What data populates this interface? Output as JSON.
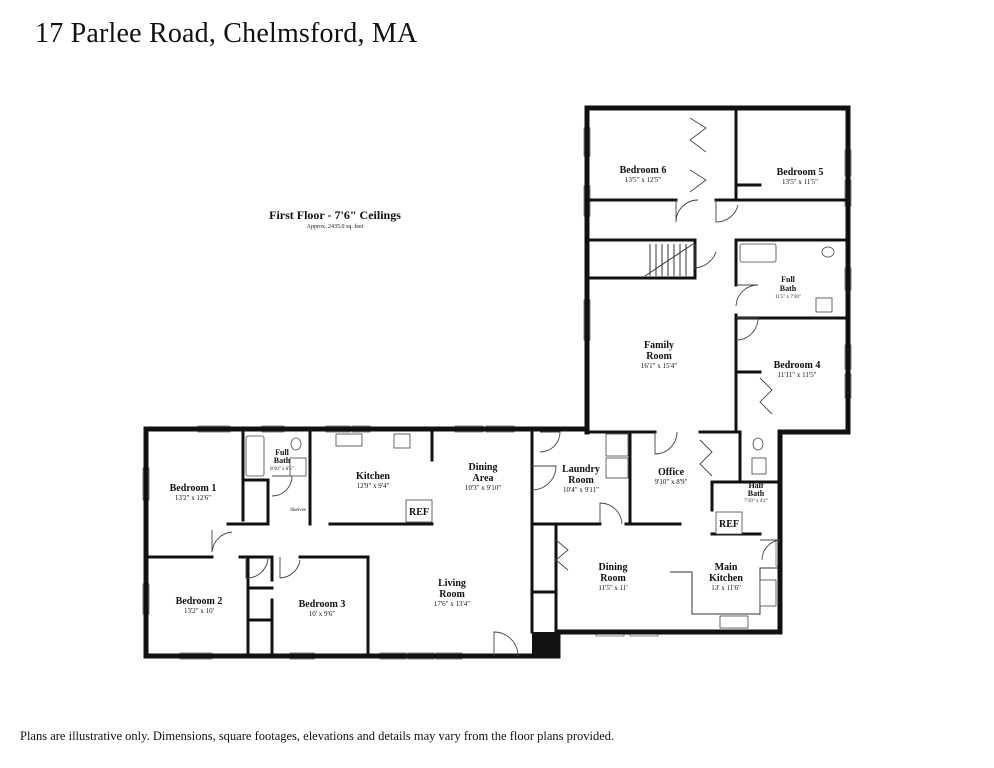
{
  "title": "17 Parlee Road, Chelmsford, MA",
  "floor": {
    "title": "First Floor - 7'6\" Ceilings",
    "area": "Approx. 2435.0 sq. feet"
  },
  "rooms": {
    "bedroom6": {
      "name": "Bedroom 6",
      "dim": "13'5\" x 12'5\""
    },
    "bedroom5": {
      "name": "Bedroom 5",
      "dim": "13'5\" x 11'5\""
    },
    "fullbath_right": {
      "name1": "Full",
      "name2": "Bath",
      "dim": "11'5\" x 7'10\""
    },
    "family": {
      "name1": "Family",
      "name2": "Room",
      "dim": "16'1\" x 15'4\""
    },
    "bedroom4": {
      "name": "Bedroom 4",
      "dim": "11'11\" x 11'5\""
    },
    "fullbath_left": {
      "name1": "Full",
      "name2": "Bath",
      "dim": "8'10\" x 6'5\""
    },
    "bedroom1": {
      "name": "Bedroom 1",
      "dim": "13'2\" x 12'6\""
    },
    "kitchen": {
      "name": "Kitchen",
      "dim": "12'9\" x 9'4\""
    },
    "dining_area": {
      "name1": "Dining",
      "name2": "Area",
      "dim": "10'3\" x 9'10\""
    },
    "laundry": {
      "name1": "Laundry",
      "name2": "Room",
      "dim": "10'4\" x 9'11\""
    },
    "office": {
      "name": "Office",
      "dim": "9'10\" x 8'9\""
    },
    "halfbath": {
      "name1": "Half",
      "name2": "Bath",
      "dim": "7'10\" x 4'2\""
    },
    "bedroom2": {
      "name": "Bedroom 2",
      "dim": "13'2\" x 10'"
    },
    "bedroom3": {
      "name": "Bedroom 3",
      "dim": "10' x 9'6\""
    },
    "living": {
      "name1": "Living",
      "name2": "Room",
      "dim": "17'6\" x 13'4\""
    },
    "dining_room": {
      "name1": "Dining",
      "name2": "Room",
      "dim": "11'5\" x 11'"
    },
    "main_kitchen": {
      "name1": "Main",
      "name2": "Kitchen",
      "dim": "13' x 11'6\""
    }
  },
  "labels": {
    "ref1": "REF",
    "ref2": "REF",
    "shelves": "Shelves"
  },
  "disclaimer": "Plans are illustrative only. Dimensions, square footages, elevations and details may vary from the floor plans provided."
}
